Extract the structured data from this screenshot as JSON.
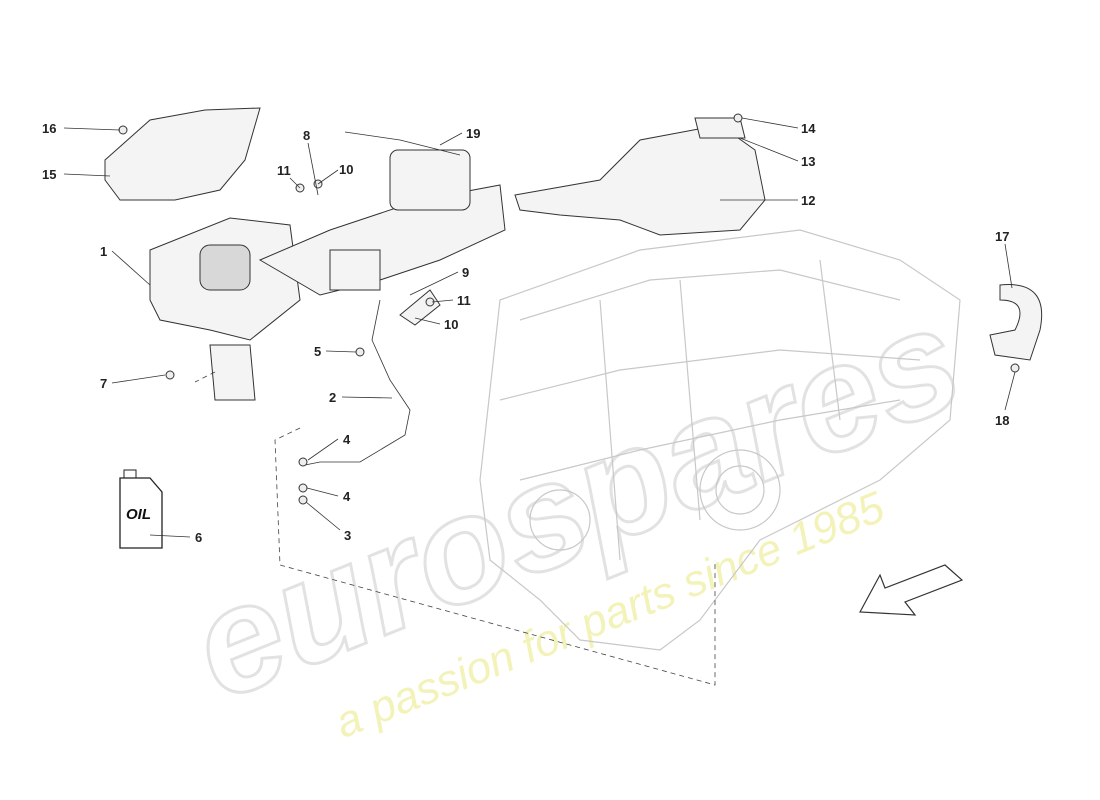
{
  "watermark": {
    "brand": "eurospares",
    "tagline": "a passion for parts since 1985"
  },
  "oil_label": "OIL",
  "callouts": {
    "c16": "16",
    "c15": "15",
    "c1": "1",
    "c7": "7",
    "c8": "8",
    "c11a": "11",
    "c10a": "10",
    "c19": "19",
    "c9": "9",
    "c11b": "11",
    "c10b": "10",
    "c5": "5",
    "c2": "2",
    "c4a": "4",
    "c4b": "4",
    "c3": "3",
    "c6": "6",
    "c14": "14",
    "c13": "13",
    "c12": "12",
    "c17": "17",
    "c18": "18"
  }
}
